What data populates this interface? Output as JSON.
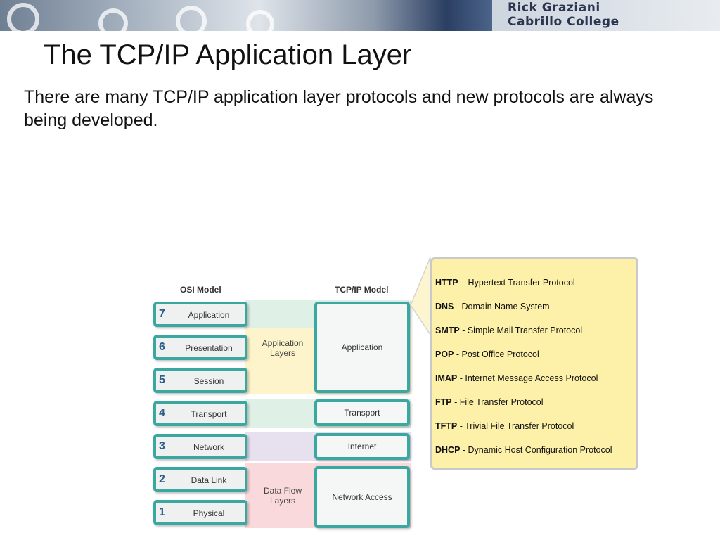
{
  "banner": {
    "author_name": "Rick Graziani",
    "author_college": "Cabrillo College"
  },
  "title": "The TCP/IP Application Layer",
  "intro": "There are many TCP/IP application layer protocols and new protocols are always being developed.",
  "diagram": {
    "osi_heading": "OSI Model",
    "tcp_heading": "TCP/IP Model",
    "osi_layers": [
      {
        "num": "7",
        "name": "Application"
      },
      {
        "num": "6",
        "name": "Presentation"
      },
      {
        "num": "5",
        "name": "Session"
      },
      {
        "num": "4",
        "name": "Transport"
      },
      {
        "num": "3",
        "name": "Network"
      },
      {
        "num": "2",
        "name": "Data Link"
      },
      {
        "num": "1",
        "name": "Physical"
      }
    ],
    "group_labels": {
      "application": "Application Layers",
      "data_flow": "Data Flow Layers"
    },
    "tcp_layers": [
      "Application",
      "Transport",
      "Internet",
      "Network Access"
    ]
  },
  "protocols": [
    {
      "abbr": "HTTP",
      "sep": " – ",
      "name": "Hypertext Transfer Protocol"
    },
    {
      "abbr": "DNS",
      "sep": " - ",
      "name": "Domain Name System"
    },
    {
      "abbr": "SMTP",
      "sep": " - ",
      "name": "Simple Mail Transfer Protocol"
    },
    {
      "abbr": "POP",
      "sep": " - ",
      "name": "Post Office Protocol"
    },
    {
      "abbr": "IMAP",
      "sep": " - ",
      "name": "Internet Message Access Protocol"
    },
    {
      "abbr": "FTP",
      "sep": " - ",
      "name": "File Transfer Protocol"
    },
    {
      "abbr": "TFTP",
      "sep": " - ",
      "name": "Trivial File Transfer Protocol"
    },
    {
      "abbr": "DHCP",
      "sep": " - ",
      "name": "Dynamic Host Configuration Protocol"
    }
  ]
}
